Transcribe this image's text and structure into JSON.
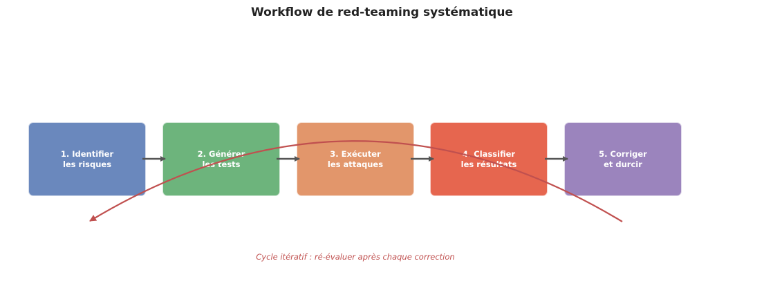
{
  "title": "Workflow de red-teaming systématique",
  "steps": [
    {
      "line1": "1. Identifier",
      "line2": "les risques",
      "color": "#6a88bd"
    },
    {
      "line1": "2. Générer",
      "line2": "les tests",
      "color": "#6db47c"
    },
    {
      "line1": "3. Exécuter",
      "line2": "les attaques",
      "color": "#e2966b"
    },
    {
      "line1": "4. Classifier",
      "line2": "les résultats",
      "color": "#e6664f"
    },
    {
      "line1": "5. Corriger",
      "line2": "et durcir",
      "color": "#9b84bd"
    }
  ],
  "connector_color": "#555555",
  "feedback": {
    "label": "Cycle itératif : ré-évaluer après chaque correction",
    "color": "#c0504f"
  }
}
